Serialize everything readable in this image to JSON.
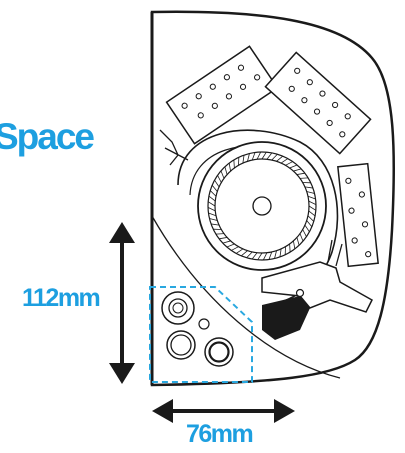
{
  "heading": "Space",
  "dimensions": {
    "height_label": "112mm",
    "width_label": "76mm"
  },
  "colors": {
    "accent": "#1d9fe0",
    "line": "#1a1a1a",
    "highlight_box": "#29a8e0"
  },
  "icons": [
    "double-arrow-vertical-icon",
    "double-arrow-horizontal-icon"
  ]
}
